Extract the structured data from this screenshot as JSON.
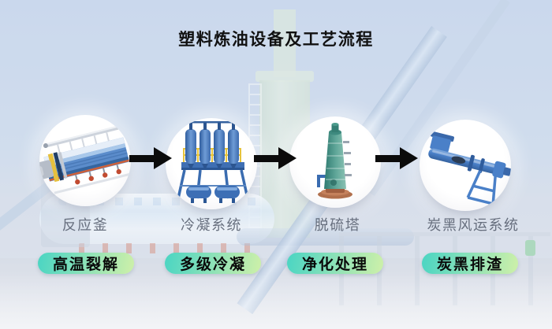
{
  "title": "塑料炼油设备及工艺流程",
  "steps": [
    {
      "label": "反应釜",
      "badge": "高温裂解",
      "icon": "rotary-reactor-icon"
    },
    {
      "label": "冷凝系统",
      "badge": "多级冷凝",
      "icon": "condenser-system-icon"
    },
    {
      "label": "脱硫塔",
      "badge": "净化处理",
      "icon": "desulfurization-tower-icon"
    },
    {
      "label": "炭黑风运系统",
      "badge": "炭黑排渣",
      "icon": "carbon-black-conveyor-icon"
    }
  ],
  "flow_icon": "right-arrow-icon",
  "colors": {
    "badge_gradient_start": "#4fd6c2",
    "badge_gradient_mid": "#93e3b6",
    "badge_gradient_end": "#c9efaa",
    "arrow_black": "#0b0b0b",
    "label_gray": "#5c6575",
    "title_black": "#111111",
    "sky_blue": "#b5c9e6",
    "circle_white": "#ffffff",
    "tower_green": "#c3d6ce",
    "equipment_blue": "#4a80c8",
    "desulfur_teal": "#3e8a7f",
    "base_rust": "#b06f4c"
  }
}
